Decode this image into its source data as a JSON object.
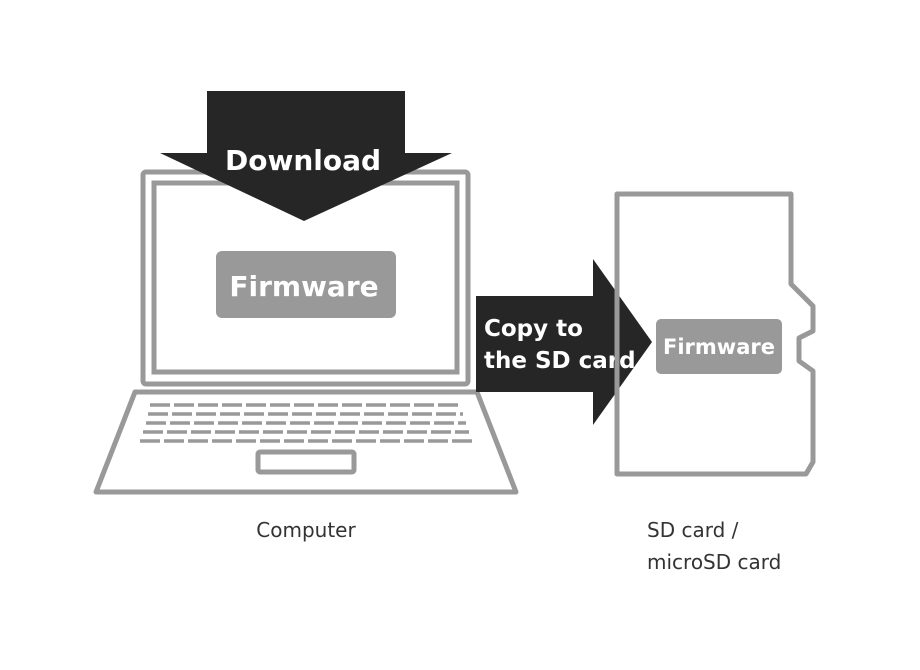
{
  "download_arrow": {
    "label": "Download"
  },
  "laptop": {
    "firmware_label": "Firmware",
    "caption": "Computer"
  },
  "copy_arrow": {
    "line1": "Copy to",
    "line2": "the SD card"
  },
  "sd_card": {
    "firmware_label": "Firmware",
    "caption_line1": "SD card /",
    "caption_line2": "microSD card"
  },
  "colors": {
    "outline": "#999999",
    "arrow": "#262626",
    "badge": "#999999",
    "caption_text": "#333333"
  }
}
